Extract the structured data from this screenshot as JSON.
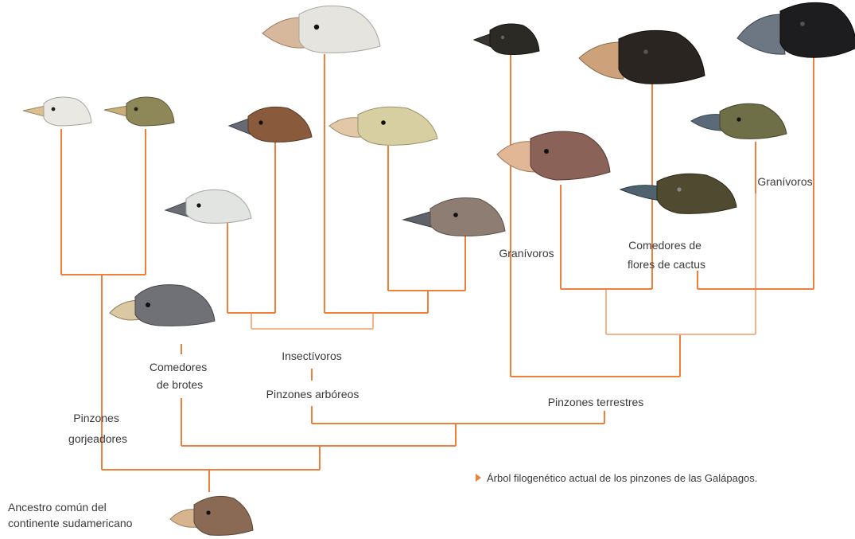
{
  "diagram": {
    "labels": {
      "ancestor": [
        "Ancestro común del",
        "continente sudamericano"
      ],
      "warbler_finches": [
        "Pinzones",
        "gorjeadores"
      ],
      "bud_eaters": [
        "Comedores",
        "de brotes"
      ],
      "insectivores": "Insectívoros",
      "tree_finches": "Pinzones arbóreos",
      "ground_finches": "Pinzones terrestres",
      "granivores_left": "Granívoros",
      "cactus_eaters": [
        "Comedores de",
        "flores de cactus"
      ],
      "granivores_right": "Granívoros"
    },
    "caption": "Árbol filogenético actual de los pinzones de las Galápagos.",
    "colors": {
      "branch": "#f07f3c",
      "branch_light": "#f6b38a",
      "caption_marker": "#f07f3c"
    },
    "birds": [
      {
        "name": "warbler-finch-pale",
        "color": "#e9e8e3"
      },
      {
        "name": "warbler-finch-olive",
        "color": "#8e8758"
      },
      {
        "name": "vegetarian-finch",
        "color": "#6f7176"
      },
      {
        "name": "tree-finch-white",
        "color": "#e2e4e1"
      },
      {
        "name": "tree-finch-rufous",
        "color": "#8a5a3c"
      },
      {
        "name": "woodpecker-finch",
        "color": "#e6e4df"
      },
      {
        "name": "tree-finch-buff",
        "color": "#d7cfa2"
      },
      {
        "name": "tree-finch-mottled",
        "color": "#8e7d73"
      },
      {
        "name": "ground-finch-small-dark",
        "color": "#2c2a25"
      },
      {
        "name": "ground-finch-medium",
        "color": "#8a6258"
      },
      {
        "name": "cactus-finch-large",
        "color": "#2a2521"
      },
      {
        "name": "cactus-finch-olive",
        "color": "#4f4a30"
      },
      {
        "name": "sharp-beaked-finch",
        "color": "#6f6f47"
      },
      {
        "name": "large-ground-finch",
        "color": "#1d1c1f"
      },
      {
        "name": "ancestor-finch",
        "color": "#8a6a55"
      }
    ]
  }
}
